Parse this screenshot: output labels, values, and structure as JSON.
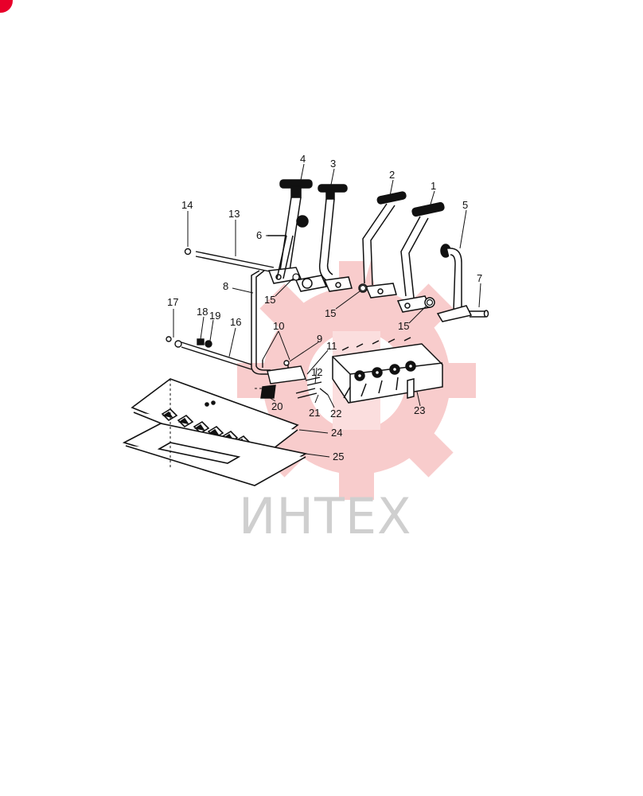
{
  "watermark": {
    "text": "ИНТЕХ",
    "color": "#f5b5b5",
    "text_color": "#cfcfcf"
  },
  "corner_badge": {
    "color": "#e8002a"
  },
  "callouts": [
    "1",
    "2",
    "3",
    "4",
    "5",
    "6",
    "7",
    "8",
    "9",
    "10",
    "11",
    "12",
    "13",
    "14",
    "15",
    "16",
    "17",
    "18",
    "19",
    "20",
    "21",
    "22",
    "23",
    "24",
    "25"
  ]
}
